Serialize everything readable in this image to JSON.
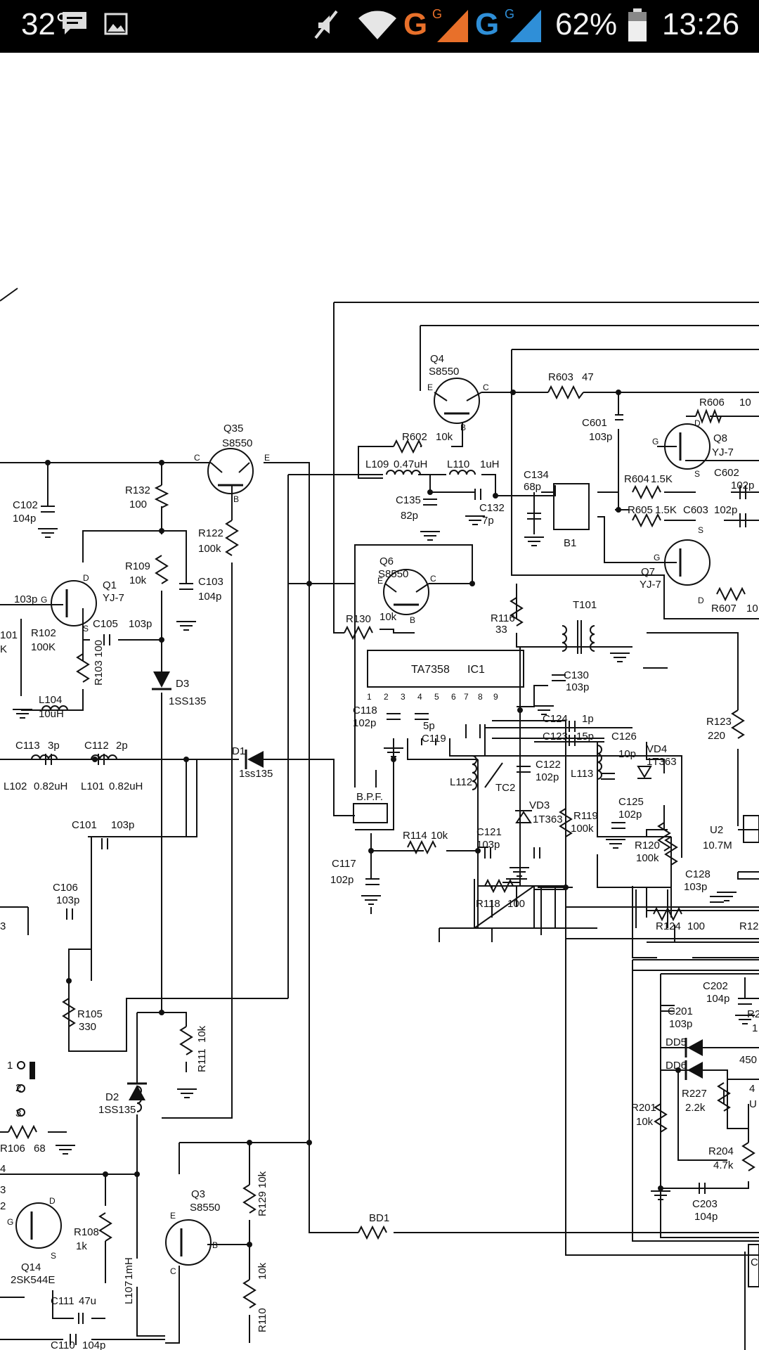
{
  "status_bar": {
    "temperature": "32°",
    "network_g1": "G",
    "network_g1_sup": "G",
    "network_g2": "G",
    "network_g2_sup": "G",
    "battery": "62%",
    "time": "13:26",
    "icons": [
      "message-icon",
      "image-icon",
      "mute-icon",
      "wifi-icon",
      "signal-icon",
      "signal-icon",
      "battery-icon"
    ],
    "accent_orange": "#e8702a",
    "accent_blue": "#2f8fd8"
  },
  "schematic": {
    "transistors": [
      {
        "ref": "Q35",
        "part": "S8550",
        "pins": [
          "C",
          "E",
          "B"
        ]
      },
      {
        "ref": "Q4",
        "part": "S8550",
        "pins": [
          "E",
          "C",
          "B"
        ]
      },
      {
        "ref": "Q6",
        "part": "S8550",
        "pins": [
          "E",
          "C",
          "B"
        ]
      },
      {
        "ref": "Q1",
        "part": "YJ-7",
        "pins": [
          "D",
          "G",
          "S"
        ]
      },
      {
        "ref": "Q8",
        "part": "YJ-7",
        "pins": [
          "D",
          "G",
          "S"
        ]
      },
      {
        "ref": "Q7",
        "part": "YJ-7",
        "pins": [
          "G",
          "S",
          "D"
        ]
      },
      {
        "ref": "Q3",
        "part": "S8550",
        "pins": [
          "E",
          "C",
          "B"
        ]
      },
      {
        "ref": "Q14",
        "part": "2SK544E",
        "pins": [
          "D",
          "G",
          "S"
        ]
      }
    ],
    "ic": {
      "name": "TA7358",
      "ref": "IC1",
      "pins": [
        "1",
        "2",
        "3",
        "4",
        "5",
        "6",
        "7",
        "8",
        "9"
      ]
    },
    "labels": [
      {
        "ref": "R603",
        "val": "47"
      },
      {
        "ref": "R606",
        "val": "10"
      },
      {
        "ref": "C601",
        "val": "103p"
      },
      {
        "ref": "R602",
        "val": "10k"
      },
      {
        "ref": "L109",
        "val": "0.47uH"
      },
      {
        "ref": "L110",
        "val": "1uH"
      },
      {
        "ref": "C134",
        "val": "68p"
      },
      {
        "ref": "C135",
        "val": "82p"
      },
      {
        "ref": "C132",
        "val": "7p"
      },
      {
        "ref": "R604",
        "val": "1.5K"
      },
      {
        "ref": "R605",
        "val": "1.5K"
      },
      {
        "ref": "C602",
        "val": "102p"
      },
      {
        "ref": "C603",
        "val": "102p"
      },
      {
        "ref": "B1",
        "val": ""
      },
      {
        "ref": "R607",
        "val": "10"
      },
      {
        "ref": "R132",
        "val": "100"
      },
      {
        "ref": "C102",
        "val": "104p"
      },
      {
        "ref": "R122",
        "val": "100k"
      },
      {
        "ref": "R109",
        "val": "10k"
      },
      {
        "ref": "C103",
        "val": "104p"
      },
      {
        "ref": "C105",
        "val": "103p"
      },
      {
        "ref": "R102",
        "val": "100K"
      },
      {
        "ref": "R103",
        "val": "100"
      },
      {
        "ref": "L104",
        "val": "10uH"
      },
      {
        "ref": "D3",
        "val": "1SS135"
      },
      {
        "ref": "R130",
        "val": "10k"
      },
      {
        "ref": "R116",
        "val": "33"
      },
      {
        "ref": "T101",
        "val": ""
      },
      {
        "ref": "C130",
        "val": "103p"
      },
      {
        "ref": "C118",
        "val": "102p"
      },
      {
        "ref": "C119",
        "val": "5p"
      },
      {
        "ref": "C124",
        "val": "1p"
      },
      {
        "ref": "C123",
        "val": "15p"
      },
      {
        "ref": "C126",
        "val": "10p"
      },
      {
        "ref": "VD4",
        "val": "1T363"
      },
      {
        "ref": "R123",
        "val": "220"
      },
      {
        "ref": "C113",
        "val": "3p"
      },
      {
        "ref": "C112",
        "val": "2p"
      },
      {
        "ref": "L102",
        "val": "0.82uH"
      },
      {
        "ref": "L101",
        "val": "0.82uH"
      },
      {
        "ref": "D1",
        "val": "1ss135"
      },
      {
        "ref": "C122",
        "val": "102p"
      },
      {
        "ref": "L112",
        "val": ""
      },
      {
        "ref": "TC2",
        "val": ""
      },
      {
        "ref": "L113",
        "val": ""
      },
      {
        "ref": "VD3",
        "val": "1T363"
      },
      {
        "ref": "C125",
        "val": "102p"
      },
      {
        "ref": "R119",
        "val": "100k"
      },
      {
        "ref": "R120",
        "val": "100k"
      },
      {
        "ref": "U2",
        "val": "10.7M"
      },
      {
        "ref": "C101",
        "val": "103p"
      },
      {
        "ref": "B.P.F.",
        "val": ""
      },
      {
        "ref": "R114",
        "val": "10k"
      },
      {
        "ref": "C121",
        "val": "103p"
      },
      {
        "ref": "C117",
        "val": "102p"
      },
      {
        "ref": "R118",
        "val": "100"
      },
      {
        "ref": "C128",
        "val": "103p"
      },
      {
        "ref": "R124",
        "val": "100"
      },
      {
        "ref": "C106",
        "val": "103p"
      },
      {
        "ref": "R105",
        "val": "330"
      },
      {
        "ref": "R111",
        "val": "10k"
      },
      {
        "ref": "C202",
        "val": "104p"
      },
      {
        "ref": "C201",
        "val": "103p"
      },
      {
        "ref": "DD5",
        "val": ""
      },
      {
        "ref": "DD6",
        "val": ""
      },
      {
        "ref": "R227",
        "val": "2.2k"
      },
      {
        "ref": "R201",
        "val": "10k"
      },
      {
        "ref": "R204",
        "val": "4.7k"
      },
      {
        "ref": "C203",
        "val": "104p"
      },
      {
        "ref": "D2",
        "val": "1SS135"
      },
      {
        "ref": "R106",
        "val": "68"
      },
      {
        "ref": "R129",
        "val": "10k"
      },
      {
        "ref": "BD1",
        "val": ""
      },
      {
        "ref": "R108",
        "val": "1k"
      },
      {
        "ref": "L107",
        "val": "1mH"
      },
      {
        "ref": "R110",
        "val": "10k"
      },
      {
        "ref": "C111",
        "val": "47u"
      },
      {
        "ref": "C110",
        "val": "104p"
      }
    ],
    "edge_fragments": [
      "103p",
      "101",
      "K",
      "3",
      "1",
      "2",
      "3",
      "4",
      "3",
      "2",
      "450",
      "R12",
      "R2",
      "1",
      "4",
      "U",
      "C"
    ]
  }
}
